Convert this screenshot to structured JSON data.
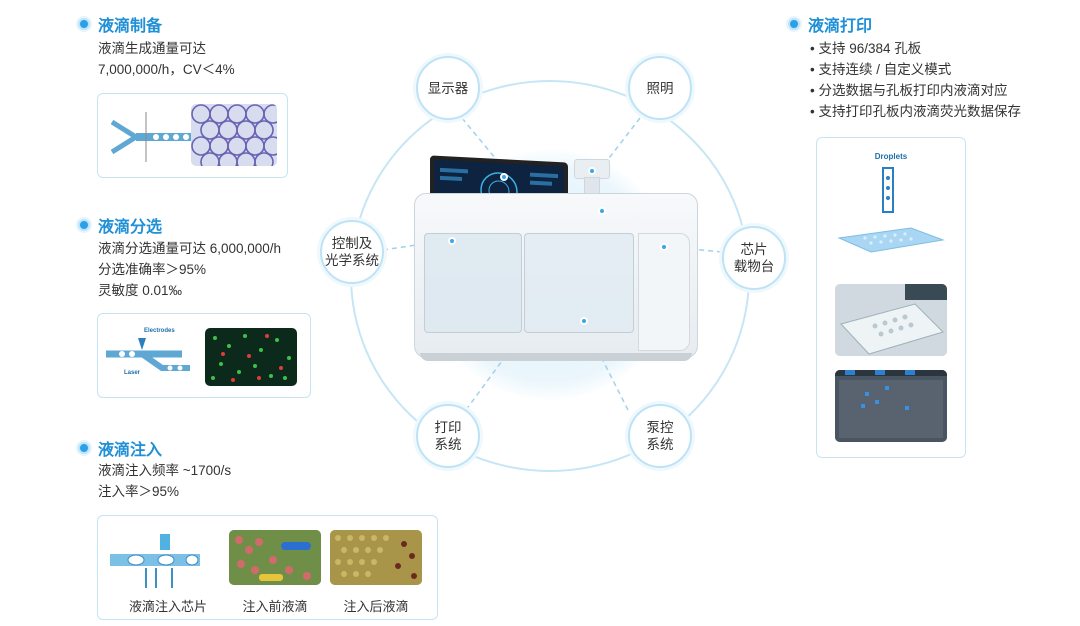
{
  "sections": {
    "prep": {
      "title": "液滴制备",
      "lines": [
        "液滴生成通量可达",
        "7,000,000/h，CV＜4%"
      ]
    },
    "sort": {
      "title": "液滴分选",
      "lines": [
        "液滴分选通量可达 6,000,000/h",
        "分选准确率＞95%",
        "灵敏度 0.01‰"
      ],
      "diagram_labels": {
        "electrodes": "Electrodes",
        "laser": "Laser"
      }
    },
    "inject": {
      "title": "液滴注入",
      "lines": [
        "液滴注入频率 ~1700/s",
        "注入率＞95%"
      ],
      "captions": [
        "液滴注入芯片",
        "注入前液滴",
        "注入后液滴"
      ]
    },
    "print": {
      "title": "液滴打印",
      "bullets": [
        "支持 96/384 孔板",
        "支持连续 / 自定义模式",
        "分选数据与孔板打印内液滴对应",
        "支持打印孔板内液滴荧光数据保存"
      ],
      "diagram_label": "Droplets"
    }
  },
  "hub_nodes": {
    "display": "显示器",
    "light": "照明",
    "control_1": "控制及",
    "control_2": "光学系统",
    "chip_1": "芯片",
    "chip_2": "载物台",
    "print_1": "打印",
    "print_2": "系统",
    "pump_1": "泵控",
    "pump_2": "系统"
  },
  "colors": {
    "accent": "#1f8fd6",
    "ring": "#bde3f4"
  }
}
